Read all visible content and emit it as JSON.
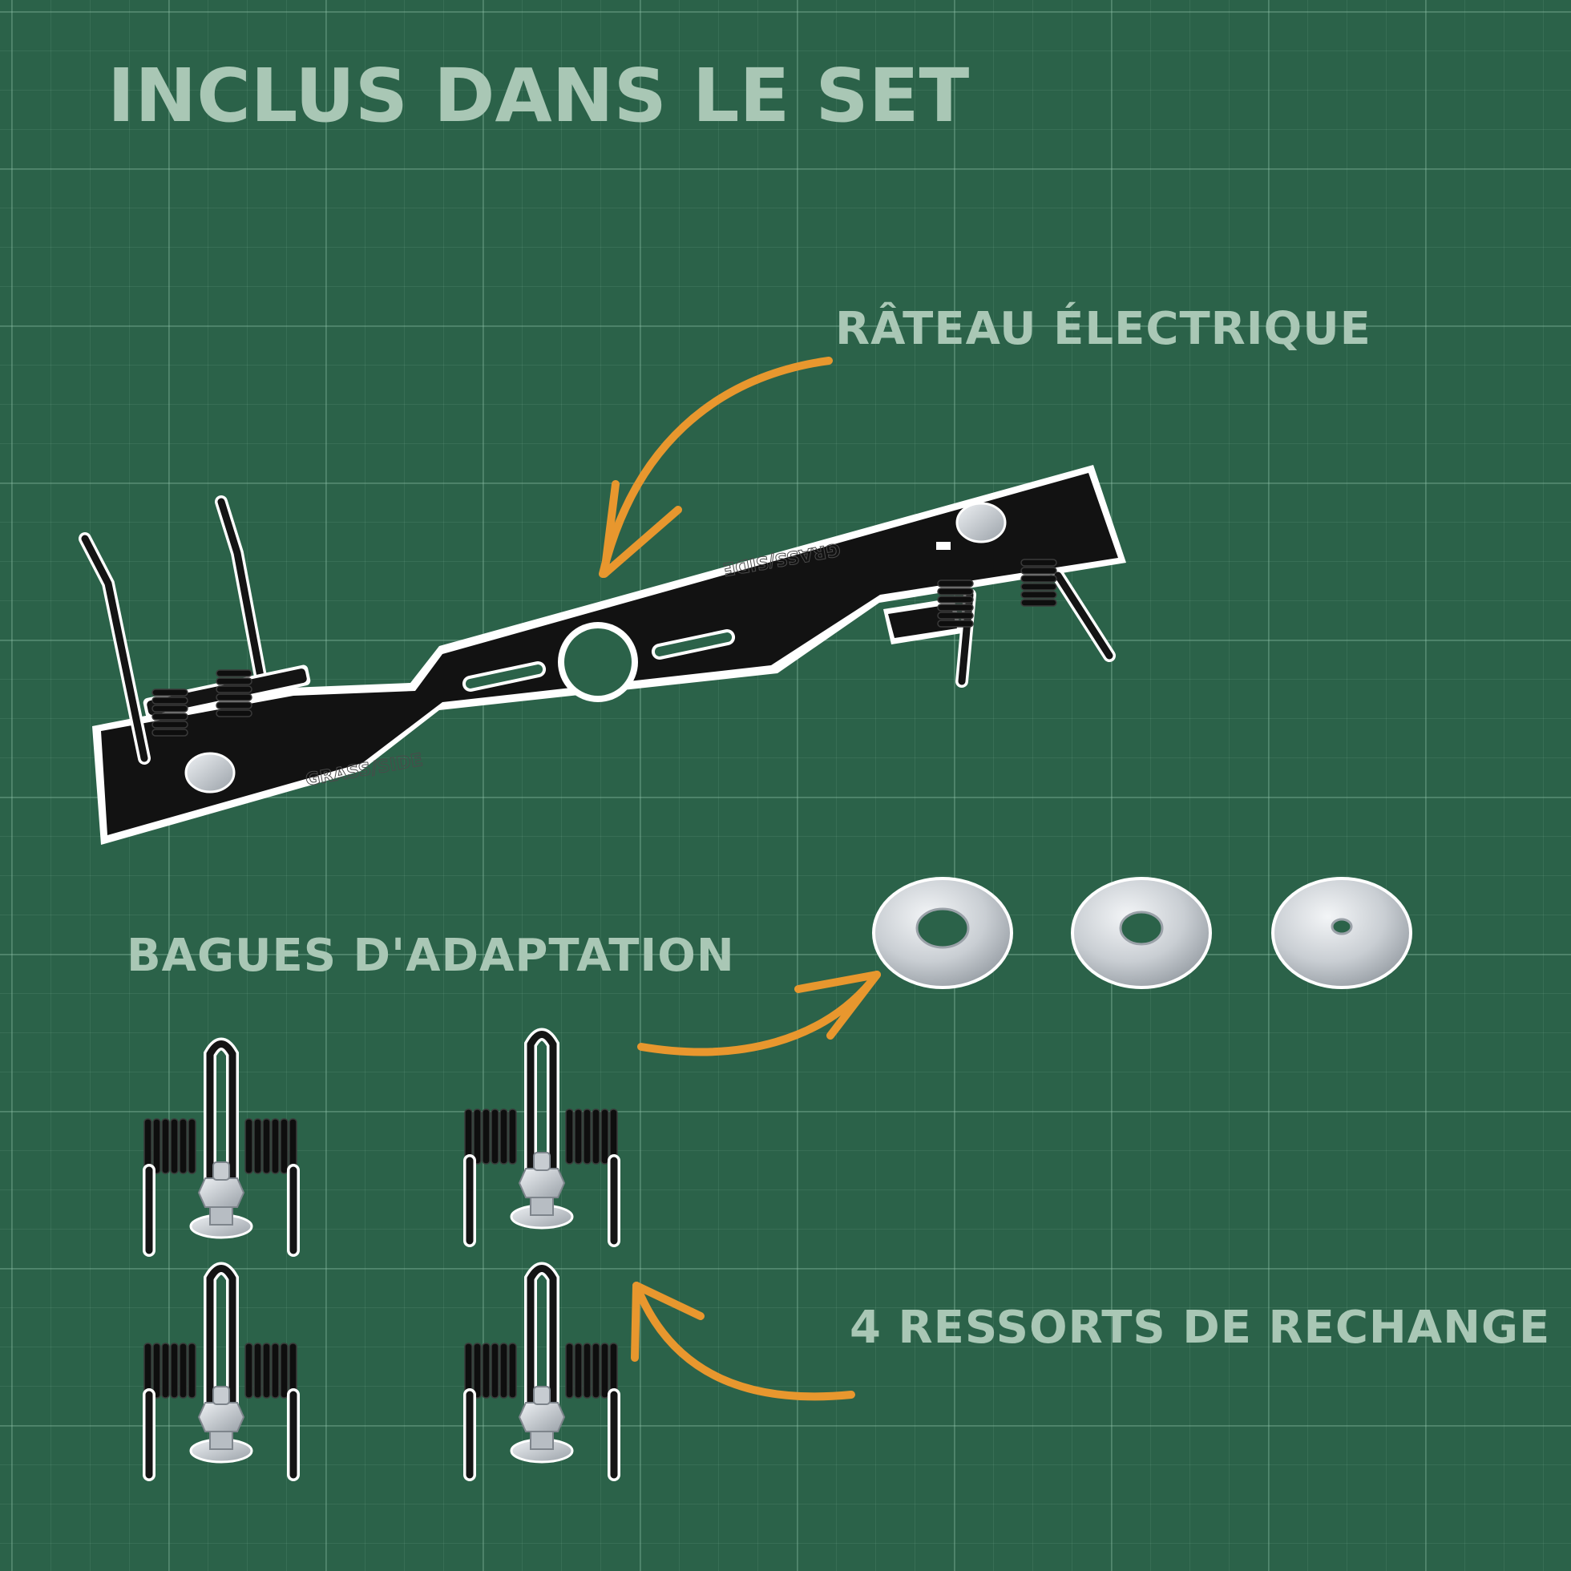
{
  "heading": {
    "title": "INCLUS DANS LE SET"
  },
  "labels": {
    "rake": "RÂTEAU ÉLECTRIQUE",
    "rings": "BAGUES D'ADAPTATION",
    "springs": "4 RESSORTS DE RECHANGE"
  },
  "blade": {
    "engraving_left": "GRASS/SIDE",
    "engraving_right": "GRASS/SIDE"
  },
  "colors": {
    "background": "#2b6249",
    "label_text": "#a9c7b5",
    "arrow": "#e8972e",
    "metal_black": "#111111",
    "zinc": "#c9ced3"
  },
  "icons": [
    "curved-arrow-icon",
    "blade-image",
    "adapter-ring-image",
    "spring-tine-image"
  ]
}
